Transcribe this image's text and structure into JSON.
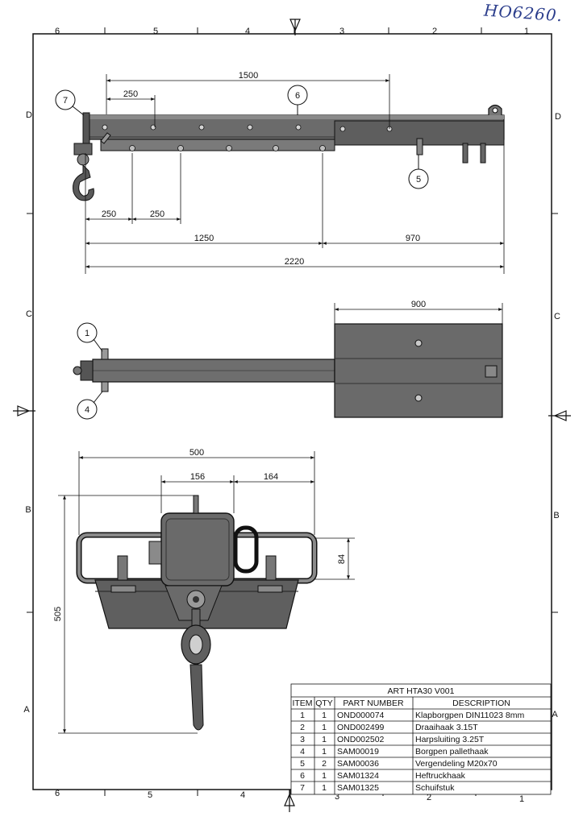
{
  "handwritten_note": "HO6260.",
  "grid": {
    "top_columns": [
      "6",
      "5",
      "4",
      "3",
      "2",
      "1"
    ],
    "bottom_columns": [
      "6",
      "5",
      "4",
      "3",
      "2",
      "1"
    ],
    "left_rows": [
      "D",
      "C",
      "B",
      "A"
    ],
    "right_rows": [
      "D",
      "C",
      "B",
      "A"
    ]
  },
  "dimensions": {
    "top_view": [
      "1500",
      "250",
      "250",
      "250",
      "1250",
      "970",
      "2220"
    ],
    "middle_view": [
      "900"
    ],
    "front_view": [
      "500",
      "156",
      "164",
      "84",
      "505"
    ]
  },
  "balloons": [
    "7",
    "6",
    "5",
    "1",
    "4"
  ],
  "title_block": {
    "title": "ART HTA30 V001",
    "headers": [
      "ITEM",
      "QTY",
      "PART NUMBER",
      "DESCRIPTION"
    ],
    "rows": [
      [
        "1",
        "1",
        "OND000074",
        "Klapborgpen DIN11023 8mm"
      ],
      [
        "2",
        "1",
        "OND002499",
        "Draaihaak 3.15T"
      ],
      [
        "3",
        "1",
        "OND002502",
        "Harpsluiting 3.25T"
      ],
      [
        "4",
        "1",
        "SAM00019",
        "Borgpen pallethaak"
      ],
      [
        "5",
        "2",
        "SAM00036",
        "Vergendeling M20x70"
      ],
      [
        "6",
        "1",
        "SAM01324",
        "Heftruckhaak"
      ],
      [
        "7",
        "1",
        "SAM01325",
        "Schuifstuk"
      ]
    ]
  }
}
